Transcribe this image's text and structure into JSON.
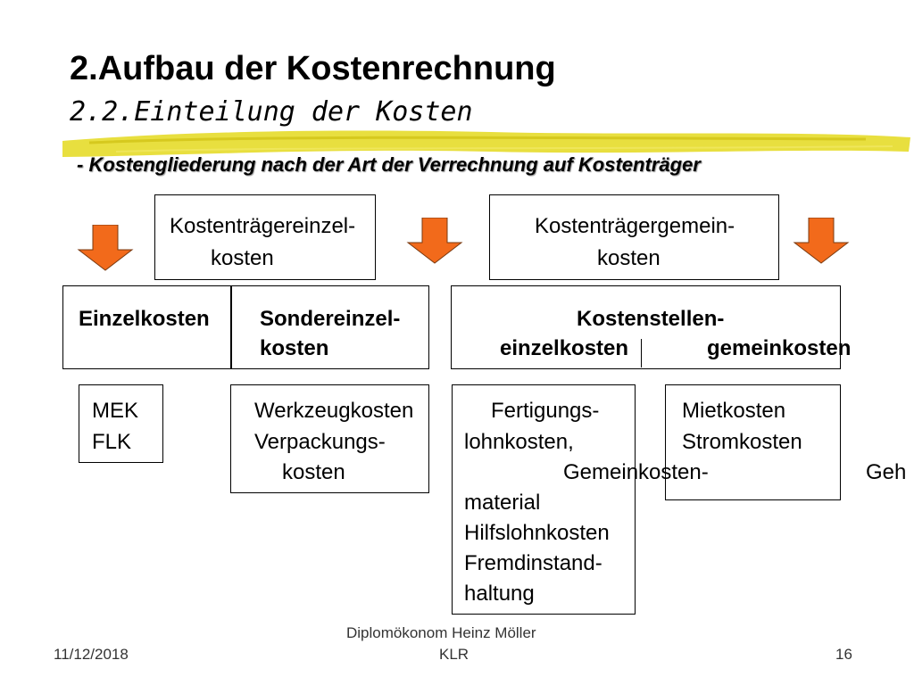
{
  "title": "2.Aufbau der Kostenrechnung",
  "subtitle": "2.2.Einteilung der Kosten",
  "subheading": "- Kostengliederung nach der Art der Verrechnung auf Kostenträger",
  "top_boxes": {
    "left_line1": "Kostenträgereinzel-",
    "left_line2": "kosten",
    "right_line1": "Kostenträgergemein-",
    "right_line2": "kosten"
  },
  "middle": {
    "einzelkosten": "Einzelkosten",
    "sondereinzel_line1": "Sondereinzel-",
    "sondereinzel_line2": "kosten",
    "kostenstellen": "Kostenstellen-",
    "kst_einzel": "einzelkosten",
    "kst_gemein": "gemeinkosten"
  },
  "bottom": {
    "mek": "MEK",
    "flk": "FLK",
    "werkzeug": "Werkzeugkosten",
    "verpackung1": "Verpackungs-",
    "verpackung2": "kosten",
    "fertigung1": "Fertigungs-",
    "fertigung2": "lohnkosten,",
    "gemeinkosten": "Gemeinkosten-",
    "geh": "Geh",
    "material": "material",
    "hilfslohn": "Hilfslohnkosten",
    "fremd1": "Fremdinstand-",
    "fremd2": "haltung",
    "miete": "Mietkosten",
    "strom": "Stromkosten"
  },
  "footer": {
    "date": "11/12/2018",
    "author": "Diplomökonom Heinz Möller",
    "course": "KLR",
    "page": "16"
  },
  "colors": {
    "arrow_fill": "#f26a1b",
    "highlight_stroke": "#e6dc2a"
  }
}
